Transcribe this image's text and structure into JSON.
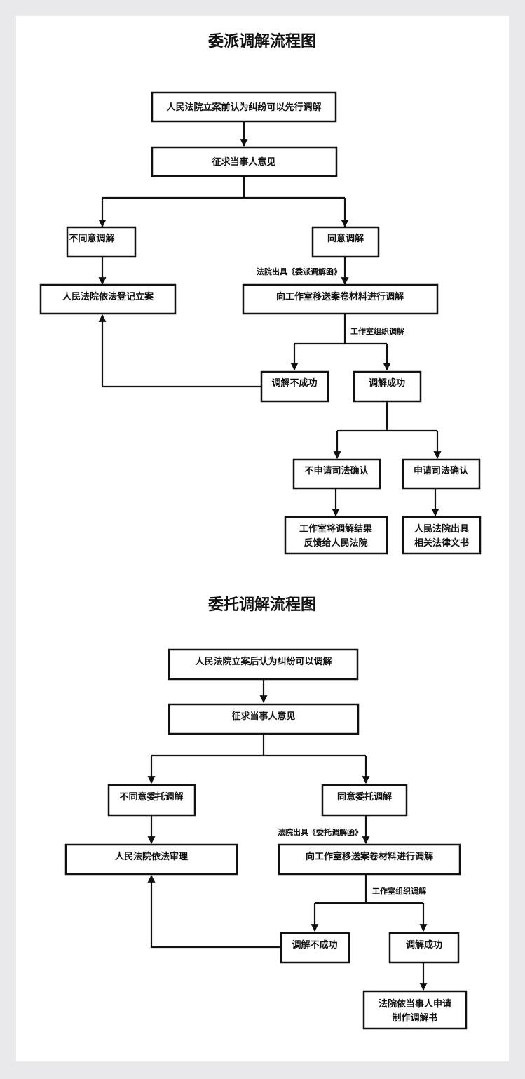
{
  "colors": {
    "background": "#e9e8ea",
    "panel": "#ffffff",
    "ink": "#111111"
  },
  "flowcharts": [
    {
      "id": "delegated",
      "title": "委派调解流程图",
      "nodes": {
        "start": "人民法院立案前认为纠纷可以先行调解",
        "consult": "征求当事人意见",
        "disagree": "不同意调解",
        "agree": "同意调解",
        "register": "人民法院依法登记立案",
        "transfer": "向工作室移送案卷材料进行调解",
        "fail": "调解不成功",
        "success": "调解成功",
        "no_confirm": "不申请司法确认",
        "confirm": "申请司法确认",
        "feedback": [
          "工作室将调解结果",
          "反馈给人民法院"
        ],
        "issue_docs": [
          "人民法院出具",
          "相关法律文书"
        ]
      },
      "edge_labels": {
        "agree_to_transfer": "法院出具《委派调解函》",
        "transfer_to_results": "工作室组织调解"
      }
    },
    {
      "id": "entrusted",
      "title": "委托调解流程图",
      "nodes": {
        "start": "人民法院立案后认为纠纷可以调解",
        "consult": "征求当事人意见",
        "disagree": "不同意委托调解",
        "agree": "同意委托调解",
        "trial": "人民法院依法审理",
        "transfer": "向工作室移送案卷材料进行调解",
        "fail": "调解不成功",
        "success": "调解成功",
        "mediation_doc": [
          "法院依当事人申请",
          "制作调解书"
        ]
      },
      "edge_labels": {
        "agree_to_transfer": "法院出具《委托调解函》",
        "transfer_to_results": "工作室组织调解"
      }
    }
  ]
}
